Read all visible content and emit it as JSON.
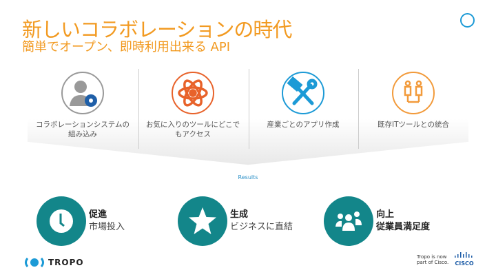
{
  "header": {
    "title": "新しいコラボレーションの時代",
    "subtitle": "簡単でオープン、即時利用出来る API"
  },
  "features": [
    {
      "label": "コラボレーションシステムの組み込み",
      "icon": "user-gear-icon",
      "color": "#999999"
    },
    {
      "label": "お気に入りのツールにどこでもアクセス",
      "icon": "atom-cloud-icon",
      "color": "#e8622a"
    },
    {
      "label": "産業ごとのアプリ作成",
      "icon": "tools-icon",
      "color": "#1c9ad6"
    },
    {
      "label": "既存ITツールとの統合",
      "icon": "people-link-icon",
      "color": "#f29a3a"
    }
  ],
  "results_label": "Results",
  "results": [
    {
      "title": "促進",
      "text": "市場投入",
      "icon": "clock-icon"
    },
    {
      "title": "生成",
      "text": "ビジネスに直結",
      "icon": "star-icon"
    },
    {
      "title": "向上",
      "text": "従業員満足度",
      "icon": "group-icon"
    }
  ],
  "footer": {
    "logo": "TROPO",
    "note": "Tropo is now part of Cisco.",
    "cisco": "CISCO"
  },
  "colors": {
    "accent": "#f29a21",
    "teal": "#13868a",
    "blue": "#1c9ad6"
  }
}
